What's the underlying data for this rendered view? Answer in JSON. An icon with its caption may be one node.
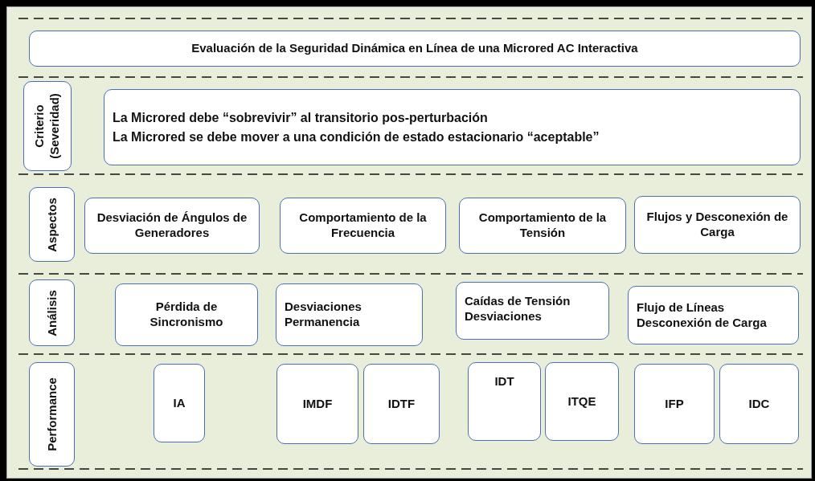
{
  "diagram": {
    "nodes": [
      {
        "text": [
          "Evaluación de la Seguridad Dinámica en Línea de una Microred AC Interactiva"
        ]
      },
      {
        "text": [
          "Criterio (Severidad)"
        ]
      },
      {
        "text": [
          "La Microred debe “sobrevivir” al transitorio pos-perturbación",
          "La Microred se debe mover a una condición de estado estacionario “aceptable”"
        ]
      },
      {
        "text": [
          "Aspectos"
        ]
      },
      {
        "text": [
          "Desviación de Ángulos de Generadores"
        ]
      },
      {
        "text": [
          "Comportamiento de la Frecuencia"
        ]
      },
      {
        "text": [
          "Comportamiento de la Tensión"
        ]
      },
      {
        "text": [
          "Flujos y Desconexión de Carga"
        ]
      },
      {
        "text": [
          "Análisis"
        ]
      },
      {
        "text": [
          "Pérdida de Sincronismo"
        ]
      },
      {
        "text": [
          "Desviaciones Permanencia"
        ]
      },
      {
        "text": [
          "Caídas de Tensión Desviaciones"
        ]
      },
      {
        "text": [
          "Flujo de Líneas Desconexión de Carga"
        ]
      },
      {
        "text": [
          "Performance"
        ]
      },
      {
        "text": [
          "IA"
        ]
      },
      {
        "text": [
          "IMDF"
        ]
      },
      {
        "text": [
          "IDTF"
        ]
      },
      {
        "text": [
          "IDT"
        ]
      },
      {
        "text": [
          "ITQE"
        ]
      },
      {
        "text": [
          "IFP"
        ]
      },
      {
        "text": [
          "IDC"
        ]
      }
    ],
    "edges": []
  }
}
